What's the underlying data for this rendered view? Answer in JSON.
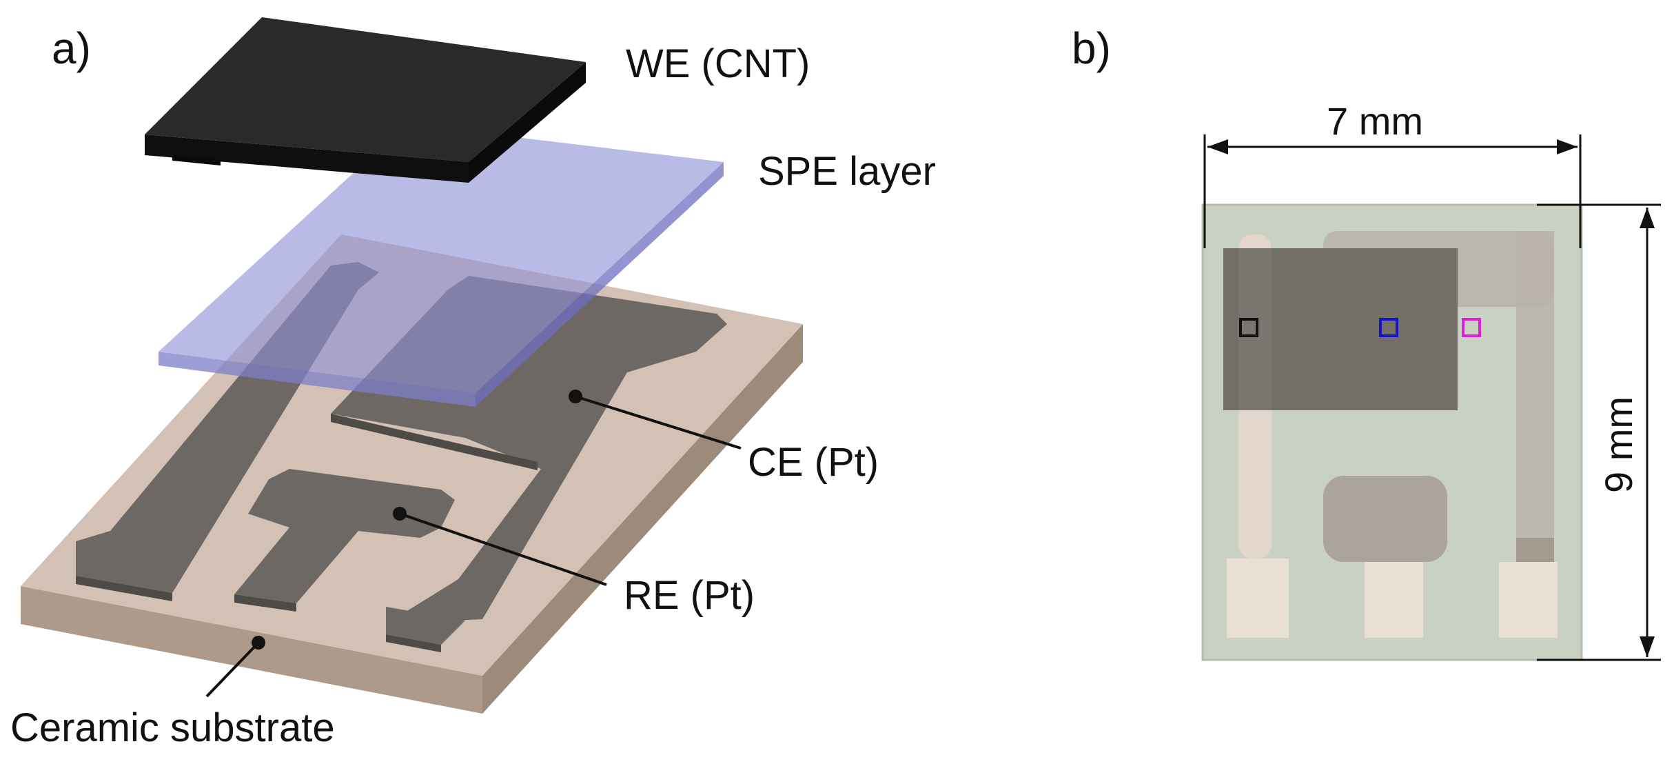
{
  "panel_a": {
    "panel_label": "a)",
    "labels": {
      "we": "WE (CNT)",
      "spe": "SPE layer",
      "ce": "CE (Pt)",
      "re": "RE (Pt)",
      "substrate": "Ceramic substrate"
    }
  },
  "panel_b": {
    "panel_label": "b)",
    "width_label": "7 mm",
    "height_label": "9 mm",
    "marker_colors": [
      "#111111",
      "#1414c8",
      "#e020d8"
    ]
  },
  "colors": {
    "cnt": "#1c1c1c",
    "spe": "#8f8fd6",
    "substrate_top": "#d2c1b4",
    "substrate_side": "#ad9a8a",
    "electrode": "#6d6863",
    "photo_bg": "#c9d1c3"
  }
}
